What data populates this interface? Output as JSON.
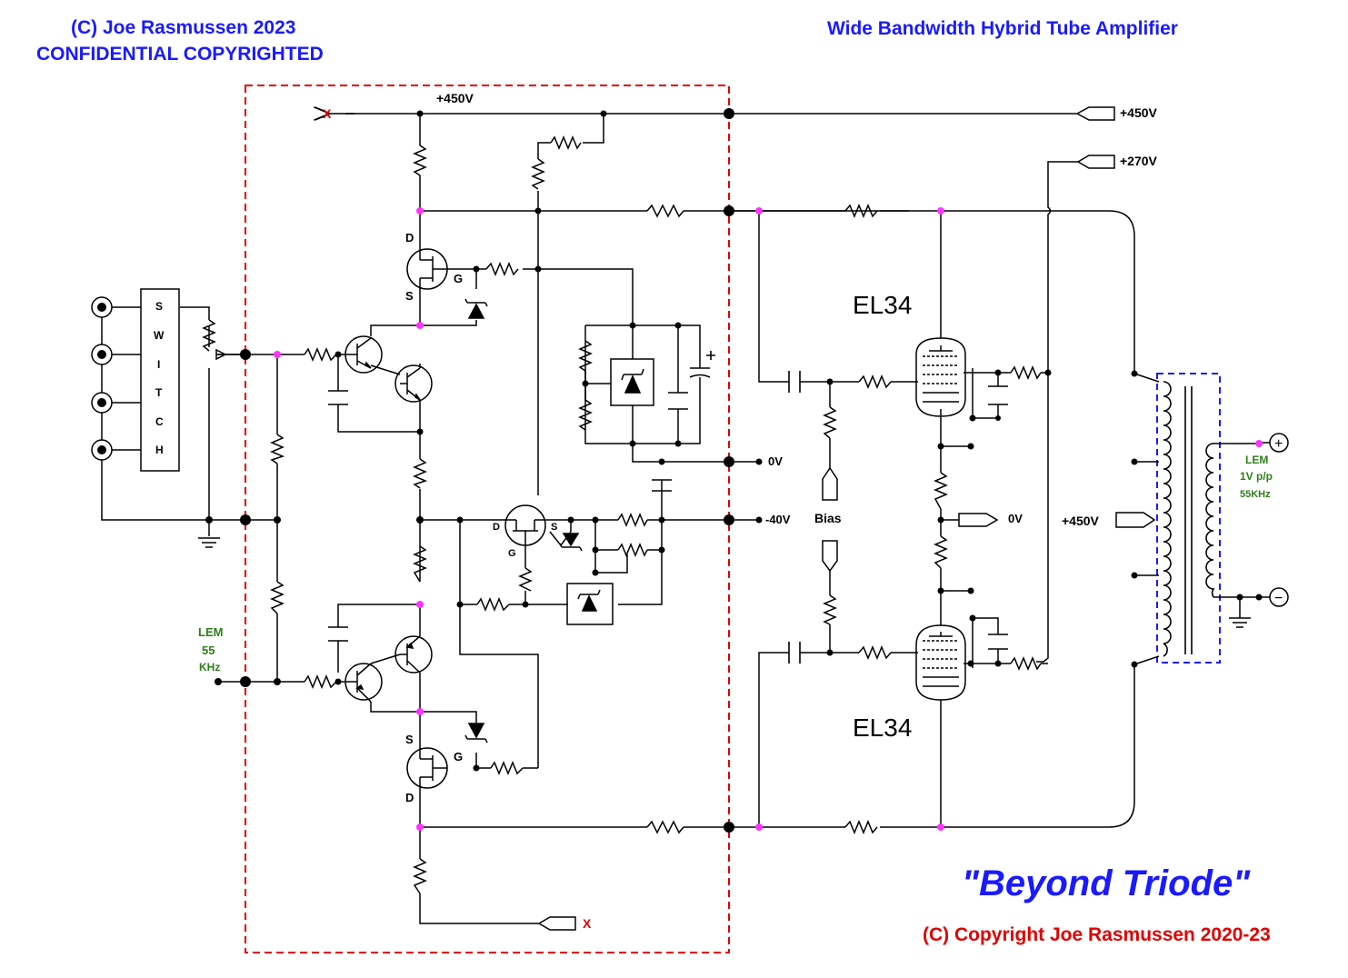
{
  "header": {
    "copyright_line1": "(C) Joe Rasmussen 2023",
    "copyright_line2": "CONFIDENTIAL COPYRIGHTED",
    "title": "Wide Bandwidth Hybrid Tube Amplifier"
  },
  "footer": {
    "tagline": "\"Beyond Triode\"",
    "copyright": "(C) Copyright Joe Rasmussen 2020-23"
  },
  "labels": {
    "rail_450_inner": "+450V",
    "rail_450_right": "+450V",
    "rail_270": "+270V",
    "zero_v_mid": "0V",
    "minus_40v": "-40V",
    "bias": "Bias",
    "zero_v_tube": "0V",
    "ot_center_450": "+450V",
    "tube_top": "EL34",
    "tube_bottom": "EL34",
    "x_top": "X",
    "x_bottom": "X",
    "jfet_top_d": "D",
    "jfet_top_s": "S",
    "jfet_top_g": "G",
    "jfet_bot_s": "S",
    "jfet_bot_d": "D",
    "jfet_bot_g": "G",
    "jfet_mid_d": "D",
    "jfet_mid_s": "S",
    "jfet_mid_g": "G",
    "switch_letters": [
      "S",
      "W",
      "I",
      "T",
      "C",
      "H"
    ],
    "lem_in_1": "LEM",
    "lem_in_2": "55",
    "lem_in_3": "KHz",
    "lem_out_1": "LEM",
    "lem_out_2": "1V p/p",
    "lem_out_3": "55KHz",
    "plus_sign": "+",
    "minus_sign": "−"
  },
  "colors": {
    "wire": "#000000",
    "node_dot": "#ff33ff",
    "dashed_box_red": "#e00000",
    "dashed_box_blue": "#1a1aff",
    "header_text": "#1a1aff",
    "footer_copyright": "#e00000",
    "lem_text": "#2e7d1a"
  }
}
